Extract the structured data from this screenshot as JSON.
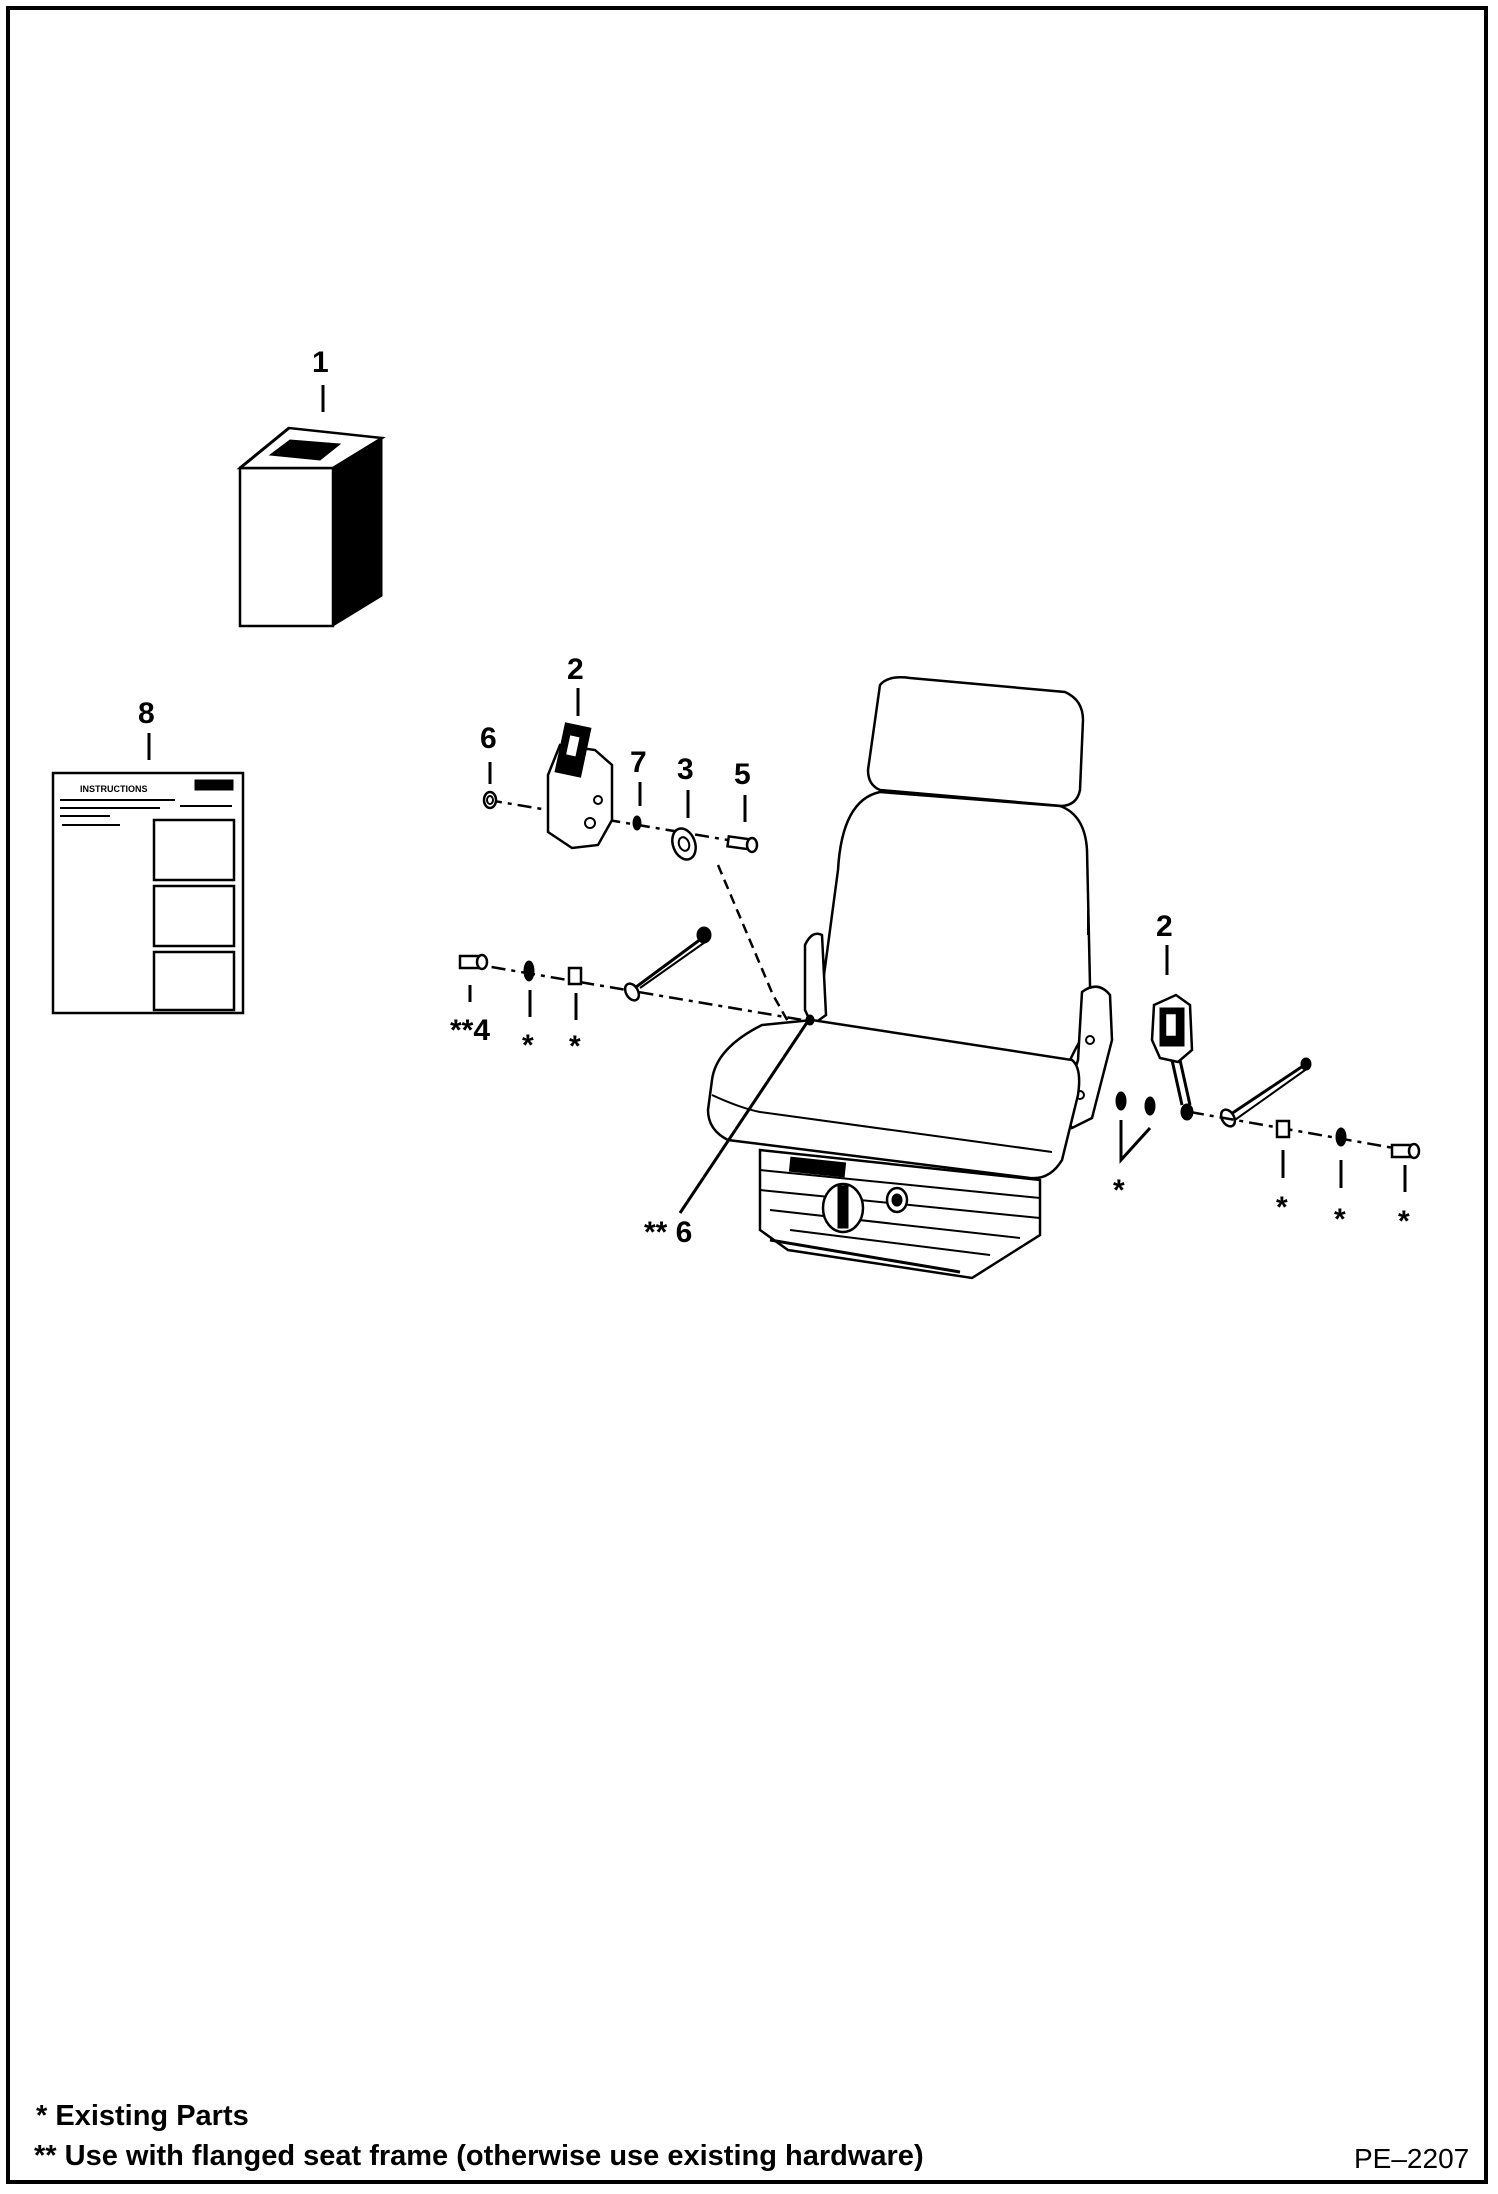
{
  "callouts": {
    "c1": "1",
    "c2a": "2",
    "c2b": "2",
    "c3": "3",
    "c4": "**4",
    "c5": "5",
    "c6a": "6",
    "c6b": "** 6",
    "c7": "7",
    "c8": "8",
    "star": "*"
  },
  "legend": {
    "existing": "* Existing Parts",
    "flanged": "** Use with flanged seat frame (otherwise use existing hardware)"
  },
  "figure_code": "PE–2207",
  "instructions_title": "INSTRUCTIONS"
}
